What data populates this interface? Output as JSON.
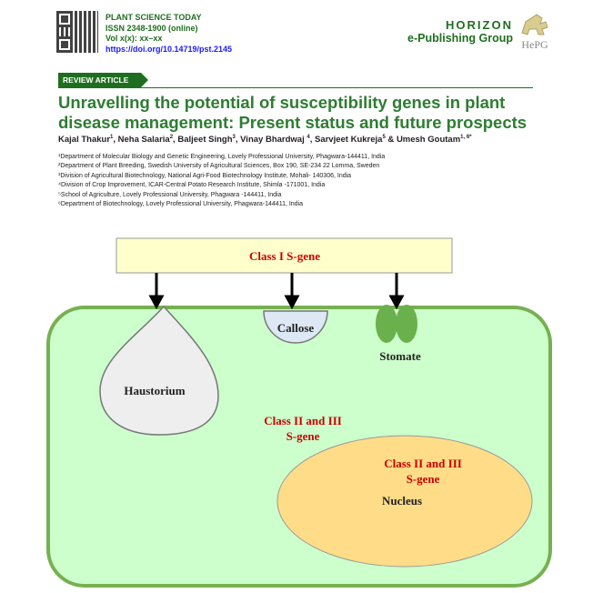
{
  "journal": {
    "name": "PLANT SCIENCE TODAY",
    "issn": "ISSN 2348-1900 (online)",
    "vol": "Vol x(x): xx–xx",
    "doi": "https://doi.org/10.14719/pst.2145"
  },
  "publisher": {
    "line1": "HORIZON",
    "line2": "e-Publishing Group",
    "logo_text": "HePG"
  },
  "article": {
    "badge": "REVIEW ARTICLE",
    "title": "Unravelling the potential of susceptibility genes in plant disease management: Present status and future prospects",
    "authors": [
      {
        "name": "Kajal Thakur",
        "sup": "1"
      },
      {
        "name": "Neha Salaria",
        "sup": "2"
      },
      {
        "name": "Baljeet Singh",
        "sup": "3"
      },
      {
        "name": "Vinay Bhardwaj",
        "sup": "4"
      },
      {
        "name": "Sarvjeet Kukreja",
        "sup": "5"
      },
      {
        "name": "Umesh Goutam",
        "sup": "1, 6*"
      }
    ],
    "affiliations": [
      "¹Department of Molecular Biology and Genetic Engineering, Lovely Professional University, Phagwara-144411, India",
      "²Department of Plant Breeding, Swedish University of Agricultural Sciences, Box 190, SE-234 22 Lomma, Sweden",
      "³Division of Agricultural Biotechnology, National Agri-Food Biotechnology Institute, Mohali- 140306, India",
      "⁴Division of Crop Improvement, ICAR-Central Potato Research Institute, Shimla -171001, India",
      "⁵School of Agriculture, Lovely Professional University, Phagwara -144411, India",
      "⁶Department of Biotechnology, Lovely Professional University, Phagwara-144411, India"
    ]
  },
  "figure": {
    "class1": "Class I S-gene",
    "callose": "Callose",
    "stomate": "Stomate",
    "haustorium": "Haustorium",
    "class23a_1": "Class II and III",
    "class23a_2": "S-gene",
    "class23b_1": "Class II and III",
    "class23b_2": "S-gene",
    "nucleus": "Nucleus"
  }
}
